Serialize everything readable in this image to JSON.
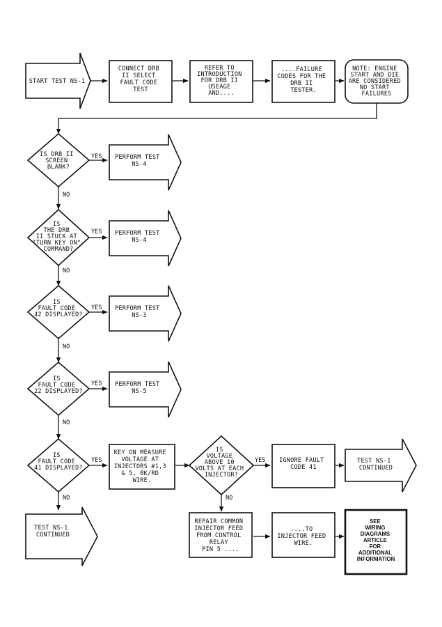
{
  "nodes": [
    {
      "id": "start",
      "kind": "arrow",
      "name": "start-test-ns1-arrow",
      "lines": [
        "START TEST NS-1"
      ]
    },
    {
      "id": "connect",
      "kind": "box",
      "name": "connect-drb-box",
      "lines": [
        "CONNECT DRB",
        "II SELECT",
        "FAULT CODE",
        "TEST"
      ]
    },
    {
      "id": "refer",
      "kind": "box",
      "name": "refer-intro-box",
      "lines": [
        "REFER TO",
        "INTRODUCTION",
        "FOR DRB II",
        "USEAGE",
        "AND...."
      ]
    },
    {
      "id": "failure",
      "kind": "box",
      "name": "failure-codes-box",
      "lines": [
        "....FAILURE",
        "CODES FOR THE",
        "DRB II",
        "TESTER."
      ]
    },
    {
      "id": "note",
      "kind": "note",
      "name": "note-box",
      "lines": [
        "NOTE: ENGINE",
        "START AND DIE",
        "ARE CONSIDERED",
        "NO START",
        "FAILURES"
      ]
    },
    {
      "id": "d1",
      "kind": "diamond",
      "name": "decision-screen-blank",
      "lines": [
        "IS DRB II",
        "SCREEN",
        "BLANK?"
      ]
    },
    {
      "id": "p1",
      "kind": "arrow",
      "name": "perform-ns4-arrow-1",
      "lines": [
        "PERFORM TEST",
        "NS-4"
      ]
    },
    {
      "id": "d2",
      "kind": "diamond",
      "name": "decision-stuck-turn-key",
      "lines": [
        "IS",
        "THE DRB",
        "II STUCK AT",
        "\"TURN KEY ON\"",
        "COMMAND?"
      ]
    },
    {
      "id": "p2",
      "kind": "arrow",
      "name": "perform-ns4-arrow-2",
      "lines": [
        "PERFORM TEST",
        "NS-4"
      ]
    },
    {
      "id": "d3",
      "kind": "diamond",
      "name": "decision-fault-42",
      "lines": [
        "IS",
        "FAULT CODE",
        "42 DISPLAYED?"
      ]
    },
    {
      "id": "p3",
      "kind": "arrow",
      "name": "perform-ns3-arrow",
      "lines": [
        "PERFORM TEST",
        "NS-3"
      ]
    },
    {
      "id": "d4",
      "kind": "diamond",
      "name": "decision-fault-22",
      "lines": [
        "IS",
        "FAULT CODE",
        "22 DISPLAYED?"
      ]
    },
    {
      "id": "p4",
      "kind": "arrow",
      "name": "perform-ns5-arrow",
      "lines": [
        "PERFORM TEST",
        "NS-5"
      ]
    },
    {
      "id": "d5",
      "kind": "diamond",
      "name": "decision-fault-41",
      "lines": [
        "IS",
        "FAULT CODE",
        "41 DISPLAYED?"
      ]
    },
    {
      "id": "keyon",
      "kind": "box",
      "name": "key-on-measure-box",
      "lines": [
        "KEY ON MEASURE",
        "VOLTAGE AT",
        "INJECTORS #1,3",
        "& 5, BK/RD",
        "WIRE."
      ]
    },
    {
      "id": "d6",
      "kind": "diamond",
      "name": "decision-voltage-above-10",
      "lines": [
        "IS",
        "VOLTAGE",
        "ABOVE 10",
        "VOLTS AT EACH",
        "INJECTOR?"
      ]
    },
    {
      "id": "ignore",
      "kind": "box",
      "name": "ignore-fault-41-box",
      "lines": [
        "IGNORE FAULT",
        "CODE 41"
      ]
    },
    {
      "id": "cont1",
      "kind": "arrow",
      "name": "test-ns1-continued-arrow-right",
      "lines": [
        "TEST NS-1",
        "CONTINUED"
      ]
    },
    {
      "id": "cont2",
      "kind": "arrow",
      "name": "test-ns1-continued-arrow-left",
      "lines": [
        "TEST NS-1",
        "CONTINUED"
      ]
    },
    {
      "id": "repair",
      "kind": "box",
      "name": "repair-injector-feed-box",
      "lines": [
        "REPAIR COMMON",
        "INJECTOR FEED",
        "FROM CONTROL",
        "RELAY",
        "PIN 5 ...."
      ]
    },
    {
      "id": "toinj",
      "kind": "box",
      "name": "to-injector-feed-box",
      "lines": [
        "....TO",
        "INJECTOR FEED",
        "WIRE."
      ]
    },
    {
      "id": "seewiring",
      "kind": "boldbox",
      "name": "see-wiring-diagrams-box",
      "lines": [
        "SEE",
        "WIRING",
        "DIAGRAMS",
        "ARTICLE",
        "FOR",
        "ADDITIONAL",
        "INFORMATION"
      ]
    }
  ],
  "labels": {
    "yes": "YES",
    "no": "NO"
  }
}
